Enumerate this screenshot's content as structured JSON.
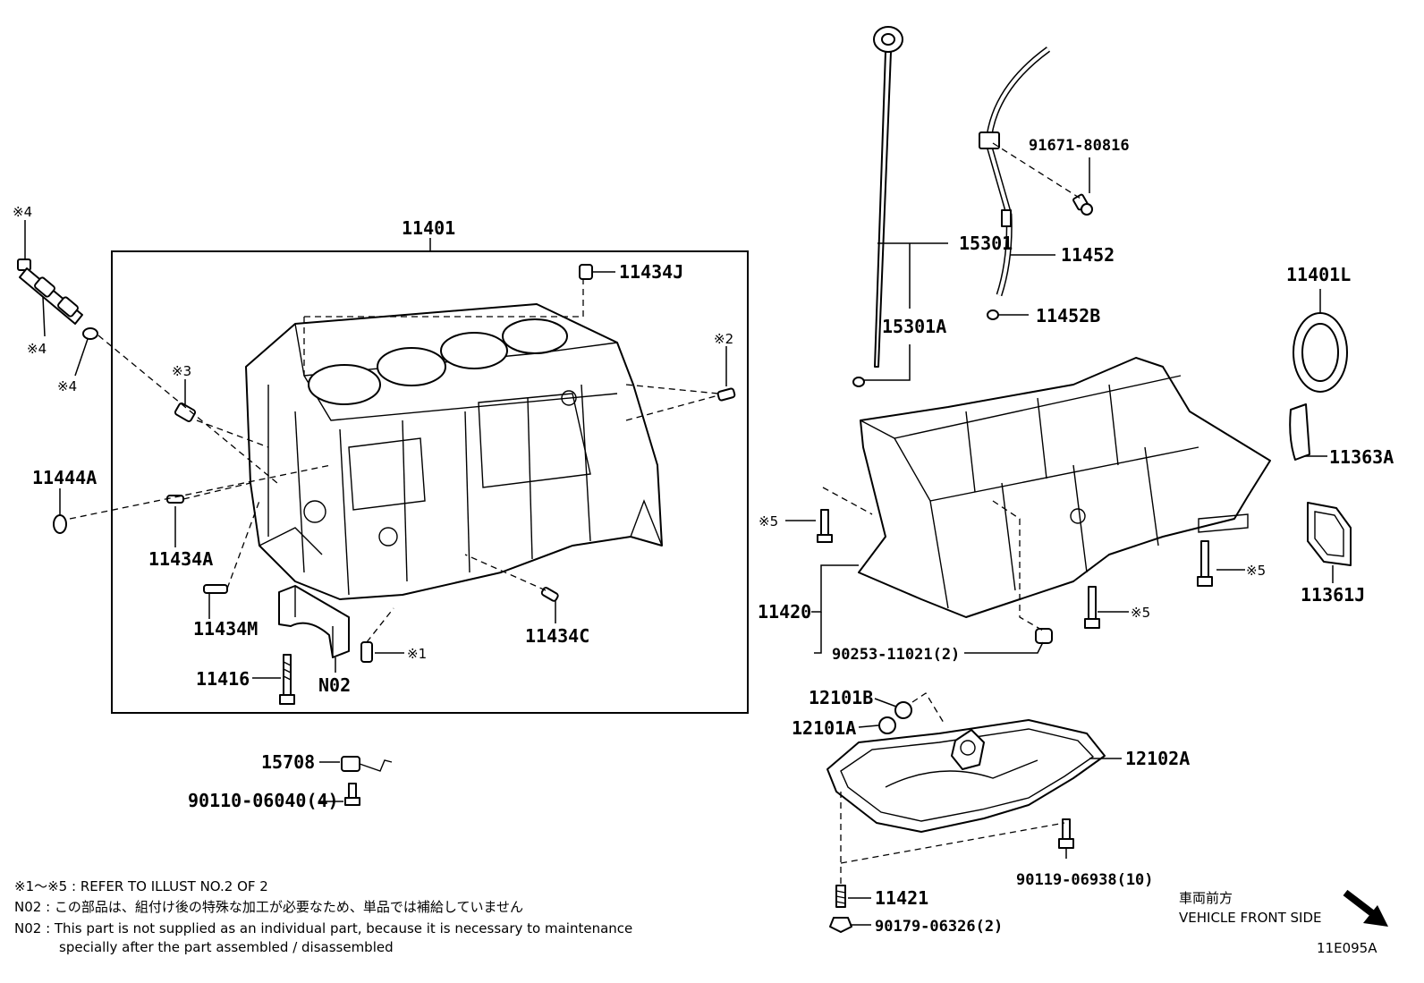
{
  "labels": {
    "l11401": "11401",
    "l11434J": "11434J",
    "l11444A": "11444A",
    "l11434A": "11434A",
    "l11434M": "11434M",
    "l11416": "11416",
    "lN02": "N02",
    "l11434C": "11434C",
    "l15708": "15708",
    "l90110": "90110-06040(4)",
    "l15301": "15301",
    "l15301A": "15301A",
    "l11452": "11452",
    "l11452B": "11452B",
    "l91671": "91671-80816",
    "l11401L": "11401L",
    "l11363A": "11363A",
    "l11361J": "11361J",
    "l11420": "11420",
    "l90253": "90253-11021(2)",
    "l12101B": "12101B",
    "l12101A": "12101A",
    "l12102A": "12102A",
    "l90119": "90119-06938(10)",
    "l11421": "11421",
    "l90179": "90179-06326(2)"
  },
  "symbols": {
    "s4a": "※4",
    "s4b": "※4",
    "s4c": "※4",
    "s3": "※3",
    "s2": "※2",
    "s1": "※1",
    "s5a": "※5",
    "s5b": "※5",
    "s5c": "※5"
  },
  "notes": {
    "refer": "※1～※5 : REFER TO ILLUST NO.2 OF 2",
    "n02_jp": "N02 : この部品は、組付け後の特殊な加工が必要なため、単品では補給していません",
    "n02_en_1": "N02 : This part is not supplied as an individual part, because it is necessary to maintenance",
    "n02_en_2": "specially after the part assembled / disassembled"
  },
  "orientation": {
    "jp": "車両前方",
    "en": "VEHICLE FRONT SIDE"
  },
  "illustration_id": "11E095A",
  "icons": {
    "front_arrow": "arrow-down-right-icon"
  }
}
